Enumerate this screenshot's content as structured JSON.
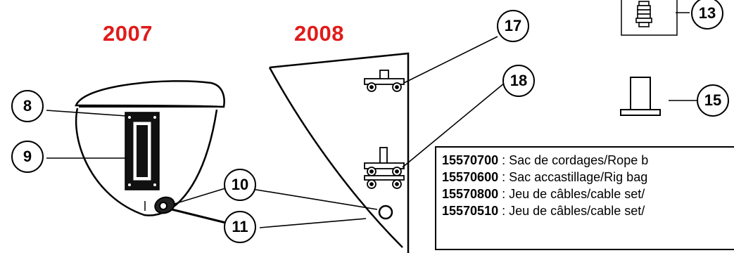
{
  "years": {
    "left": "2007",
    "right": "2008"
  },
  "callouts": {
    "c8": "8",
    "c9": "9",
    "c10": "10",
    "c11": "11",
    "c13": "13",
    "c15": "15",
    "c17": "17",
    "c18": "18"
  },
  "legend": {
    "rows": [
      {
        "code": "15570700",
        "text": " : Sac de cordages/Rope b"
      },
      {
        "code": "15570600",
        "text": " : Sac accastillage/Rig bag"
      },
      {
        "code": "15570800",
        "text": " : Jeu de câbles/cable set/"
      },
      {
        "code": "15570510",
        "text": " : Jeu de câbles/cable set/"
      }
    ]
  },
  "colors": {
    "year_label": "#e01b1b",
    "line": "#000000",
    "background": "#ffffff"
  }
}
